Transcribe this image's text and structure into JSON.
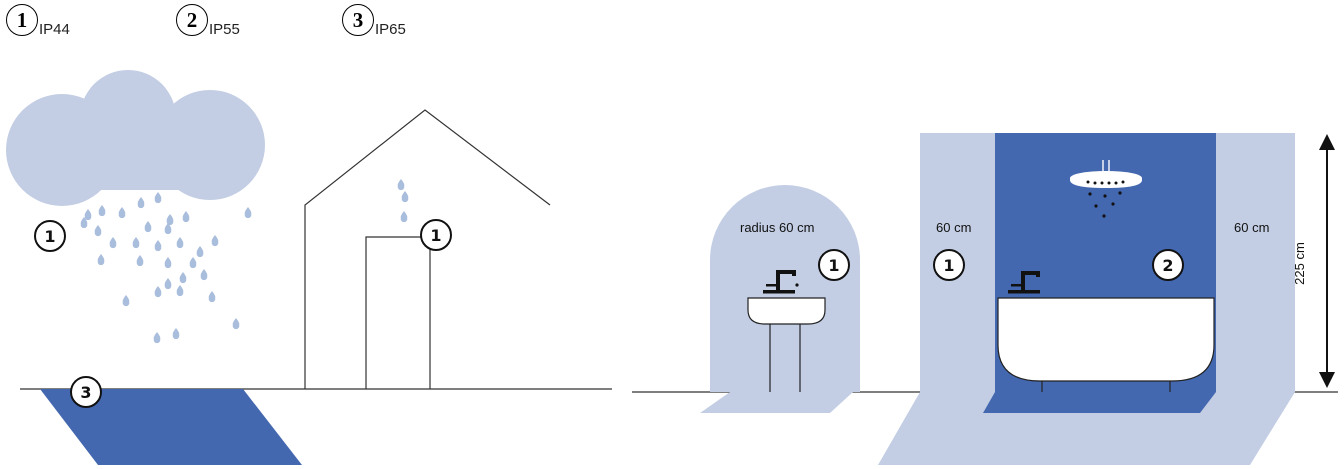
{
  "legend": [
    {
      "number": "1",
      "rating": "IP44"
    },
    {
      "number": "2",
      "rating": "IP55"
    },
    {
      "number": "3",
      "rating": "IP65"
    }
  ],
  "outdoor": {
    "rain_zone_badge": "1",
    "house_door_badge": "1",
    "ground_zone_badge": "3"
  },
  "bathroom": {
    "basin_radius_label": "radius 60 cm",
    "basin_zone_badge": "1",
    "left_margin_label": "60 cm",
    "left_zone_badge": "1",
    "right_margin_label": "60 cm",
    "bath_zone_badge": "2",
    "height_label": "225 cm"
  },
  "colors": {
    "zone_light": "#c3cee4",
    "zone_dark": "#4468b0",
    "cloud": "#c3cee4",
    "drops": "#a9bddc",
    "line": "#333333"
  }
}
